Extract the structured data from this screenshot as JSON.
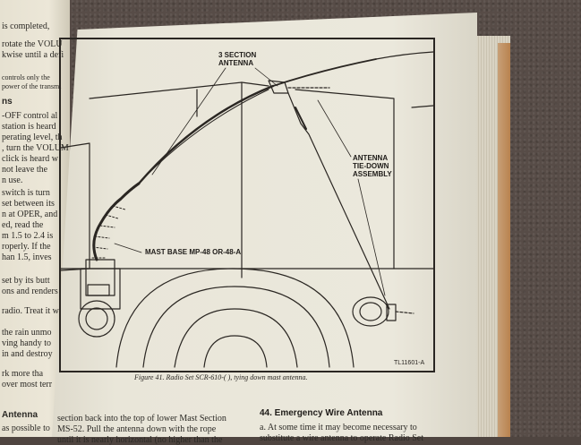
{
  "left_page": {
    "fragments": [
      "is completed,",
      "rotate the VOLU",
      "kwise until a defi",
      "controls only the",
      "power of the transmi",
      "ns",
      "-OFF control al",
      "station is heard",
      "perating level, th",
      ", turn the VOLUM",
      " click is heard w",
      "not leave the",
      "n use.",
      " switch is turn",
      "set between its",
      "n at OPER, and",
      "ed, read the",
      "m 1.5 to 2.4 is",
      "roperly. If the",
      "han 1.5, inves",
      " set by its butt",
      "ons and renders",
      "radio. Treat it w",
      "the rain unmo",
      "ving handy to",
      "in and destroy",
      "rk more tha",
      "over most terr",
      "Antenna",
      "as possible to"
    ]
  },
  "figure": {
    "label_antenna_l1": "3 SECTION",
    "label_antenna_l2": "ANTENNA",
    "label_tiedown_l1": "ANTENNA",
    "label_tiedown_l2": "TIE-DOWN",
    "label_tiedown_l3": "ASSEMBLY",
    "label_mast": "MAST BASE MP-48 OR-48-A",
    "ref_id": "TL11601-A",
    "caption": "Figure 41. Radio Set SCR-610-(    ), tying down mast antenna."
  },
  "right_page": {
    "body_line1": "section back into the top of lower Mast Section",
    "body_line2": "MS-52. Pull the antenna down with the rope",
    "body_line3": "until it is nearly horizontal (no higher than the",
    "heading": "44. Emergency Wire Antenna",
    "body_right_line1": "a. At some time it may become necessary to",
    "body_right_line2": "substitute a wire antenna to operate Radio Set"
  }
}
